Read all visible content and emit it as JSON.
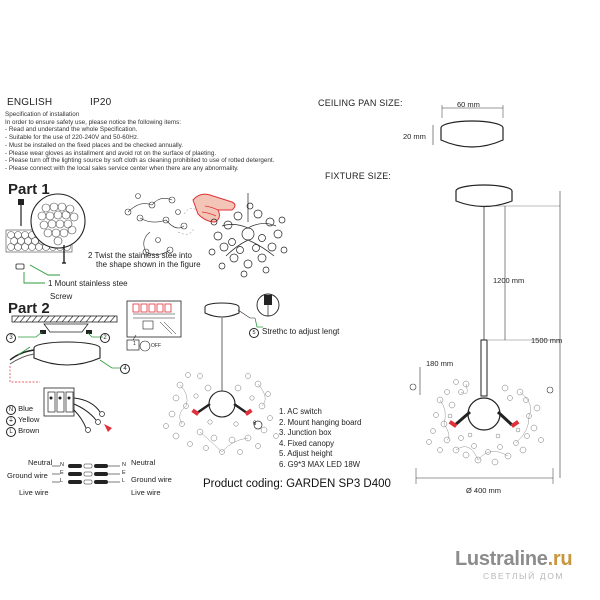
{
  "header": {
    "language": "ENGLISH",
    "ip_rating": "IP20",
    "spec_title": "Specification of installation",
    "spec_lines": [
      "In order to ensure safety use, please notice the following items:",
      "- Read and understand the whole Specification.",
      "- Suitable for the use of 220-240V and 50-60Hz.",
      "- Must be installed on the fixed places and be checked annually.",
      "- Please wear gloves as installment and avoid rot on the surface of plaeting.",
      "- Please turn off the lighting source by soft cloth as cleaning prohibited to use of rotted detergent.",
      "- Please connect with the local sales service center when there are any abnormality."
    ]
  },
  "ceiling_pan": {
    "title": "CEILING PAN  SIZE:",
    "width": "60 mm",
    "height": "20 mm"
  },
  "fixture": {
    "title": "FIXTURE SIZE:",
    "suspension": "1200 mm",
    "total_height": "1500 mm",
    "rod": "180 mm",
    "diameter": "Ø 400 mm"
  },
  "part1": {
    "title": "Part 1",
    "step1": "1 Mount stainless stee",
    "screw": "Screw",
    "step2_line1": "2 Twist the stainless stee into",
    "step2_line2": "the shape shown in the figure"
  },
  "part2": {
    "title": "Part 2",
    "stretch": "Strethc to adjust lengt",
    "off": "OFF",
    "markers": [
      "1",
      "2",
      "3",
      "4",
      "5",
      "6"
    ]
  },
  "wires_legend": {
    "blue": "Blue",
    "yellow": "Yellow",
    "brown": "Brown",
    "n": "N",
    "e": "⏚",
    "l": "L"
  },
  "wiring": {
    "neutral_left": "Neutral",
    "ground_left": "Ground wire",
    "live_left": "Live wire",
    "neutral_right": "Neutral",
    "ground_right": "Ground wire",
    "live_right": "Live wire",
    "n": "N",
    "e": "E",
    "l": "L"
  },
  "parts_list": [
    "1. AC switch",
    "2. Mount hanging board",
    "3. Junction box",
    "4. Fixed canopy",
    "5. Adjust height",
    "6. G9*3 MAX LED 18W"
  ],
  "product_coding": "Product coding: GARDEN SP3 D400",
  "watermark": {
    "brand_main": "Lustraline",
    "brand_dot": ".ru",
    "brand_sub": "СВЕТЛЫЙ ДОМ"
  },
  "colors": {
    "ink": "#222222",
    "red_accent": "#e0303a",
    "watermark_gray": "#8c8c8c",
    "watermark_gold": "#c8963c"
  }
}
